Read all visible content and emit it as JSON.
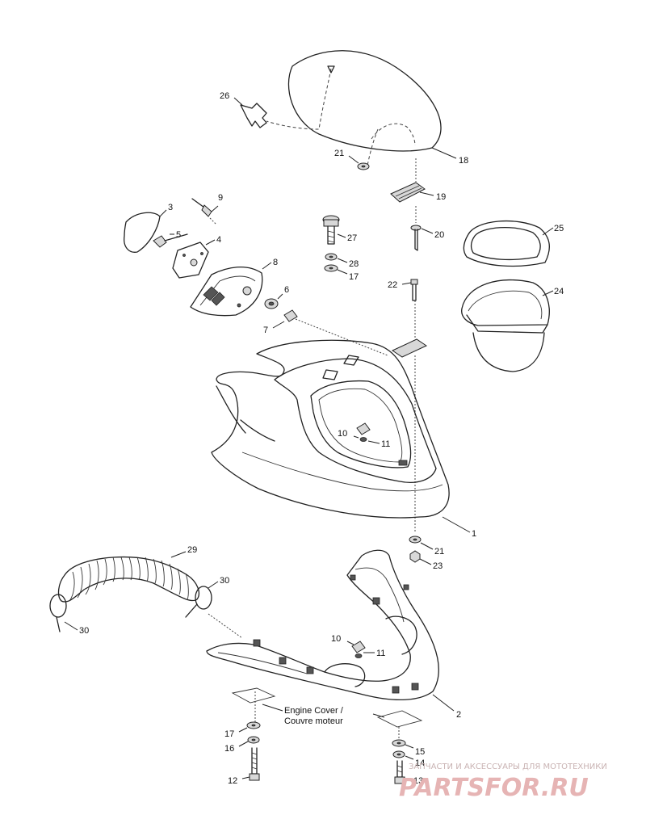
{
  "callouts": [
    {
      "id": "c1",
      "label": "1"
    },
    {
      "id": "c2",
      "label": "2"
    },
    {
      "id": "c3",
      "label": "3"
    },
    {
      "id": "c4",
      "label": "4"
    },
    {
      "id": "c5",
      "label": "5"
    },
    {
      "id": "c6",
      "label": "6"
    },
    {
      "id": "c7",
      "label": "7"
    },
    {
      "id": "c8",
      "label": "8"
    },
    {
      "id": "c9",
      "label": "9"
    },
    {
      "id": "c10a",
      "label": "10"
    },
    {
      "id": "c11a",
      "label": "11"
    },
    {
      "id": "c10b",
      "label": "10"
    },
    {
      "id": "c11b",
      "label": "11"
    },
    {
      "id": "c12",
      "label": "12"
    },
    {
      "id": "c13",
      "label": "13"
    },
    {
      "id": "c14",
      "label": "14"
    },
    {
      "id": "c15",
      "label": "15"
    },
    {
      "id": "c16",
      "label": "16"
    },
    {
      "id": "c17a",
      "label": "17"
    },
    {
      "id": "c17b",
      "label": "17"
    },
    {
      "id": "c18",
      "label": "18"
    },
    {
      "id": "c19",
      "label": "19"
    },
    {
      "id": "c20",
      "label": "20"
    },
    {
      "id": "c21a",
      "label": "21"
    },
    {
      "id": "c21b",
      "label": "21"
    },
    {
      "id": "c22",
      "label": "22"
    },
    {
      "id": "c23",
      "label": "23"
    },
    {
      "id": "c24",
      "label": "24"
    },
    {
      "id": "c25",
      "label": "25"
    },
    {
      "id": "c26",
      "label": "26"
    },
    {
      "id": "c27",
      "label": "27"
    },
    {
      "id": "c28",
      "label": "28"
    },
    {
      "id": "c29",
      "label": "29"
    },
    {
      "id": "c30a",
      "label": "30"
    },
    {
      "id": "c30b",
      "label": "30"
    }
  ],
  "engine_cover_label": {
    "line1": "Engine Cover /",
    "line2": "Couvre moteur"
  },
  "watermark": {
    "tagline": "ЗАПЧАСТИ И АКСЕССУАРЫ ДЛЯ МОТОТЕХНИКИ",
    "logo": "PARTSFOR.RU"
  },
  "colors": {
    "line": "#222222",
    "watermark": "#e6b4b4"
  }
}
